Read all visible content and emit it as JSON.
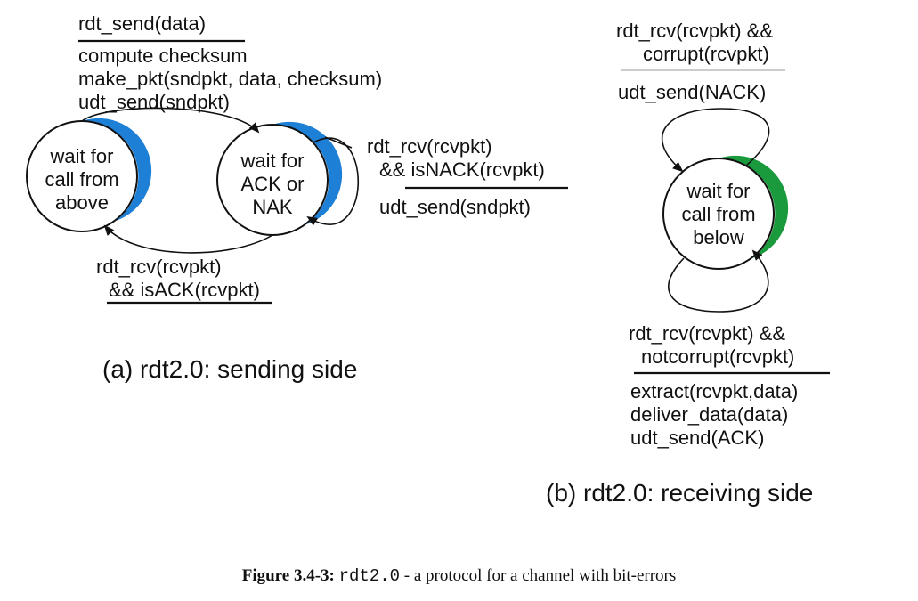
{
  "sender": {
    "initial_event": "rdt_send(data)",
    "initial_actions": [
      "compute checksum",
      "make_pkt(sndpkt, data, checksum)",
      "udt_send(sndpkt)"
    ],
    "state1": [
      "wait for",
      "call from",
      "above"
    ],
    "state2": [
      "wait for",
      "ACK or",
      "NAK"
    ],
    "nak_event": [
      "rdt_rcv(rcvpkt)",
      "&& isNACK(rcvpkt)"
    ],
    "nak_action": "udt_send(sndpkt)",
    "ack_event": [
      "rdt_rcv(rcvpkt)",
      "&& isACK(rcvpkt)"
    ],
    "caption": "(a) rdt2.0: sending side",
    "highlight_color": "#1e7fd6"
  },
  "receiver": {
    "corrupt_event": [
      "rdt_rcv(rcvpkt) &&",
      "corrupt(rcvpkt)"
    ],
    "corrupt_action": "udt_send(NACK)",
    "state": [
      "wait for",
      "call from",
      "below"
    ],
    "ok_event": [
      "rdt_rcv(rcvpkt) &&",
      "notcorrupt(rcvpkt)"
    ],
    "ok_actions": [
      "extract(rcvpkt,data)",
      "deliver_data(data)",
      "udt_send(ACK)"
    ],
    "caption": "(b) rdt2.0: receiving side",
    "highlight_color": "#1a9a3c"
  },
  "figure_caption": {
    "label": "Figure 3.4-3:",
    "code": "rdt2.0",
    "text": " - a protocol for a channel with bit-errors"
  }
}
